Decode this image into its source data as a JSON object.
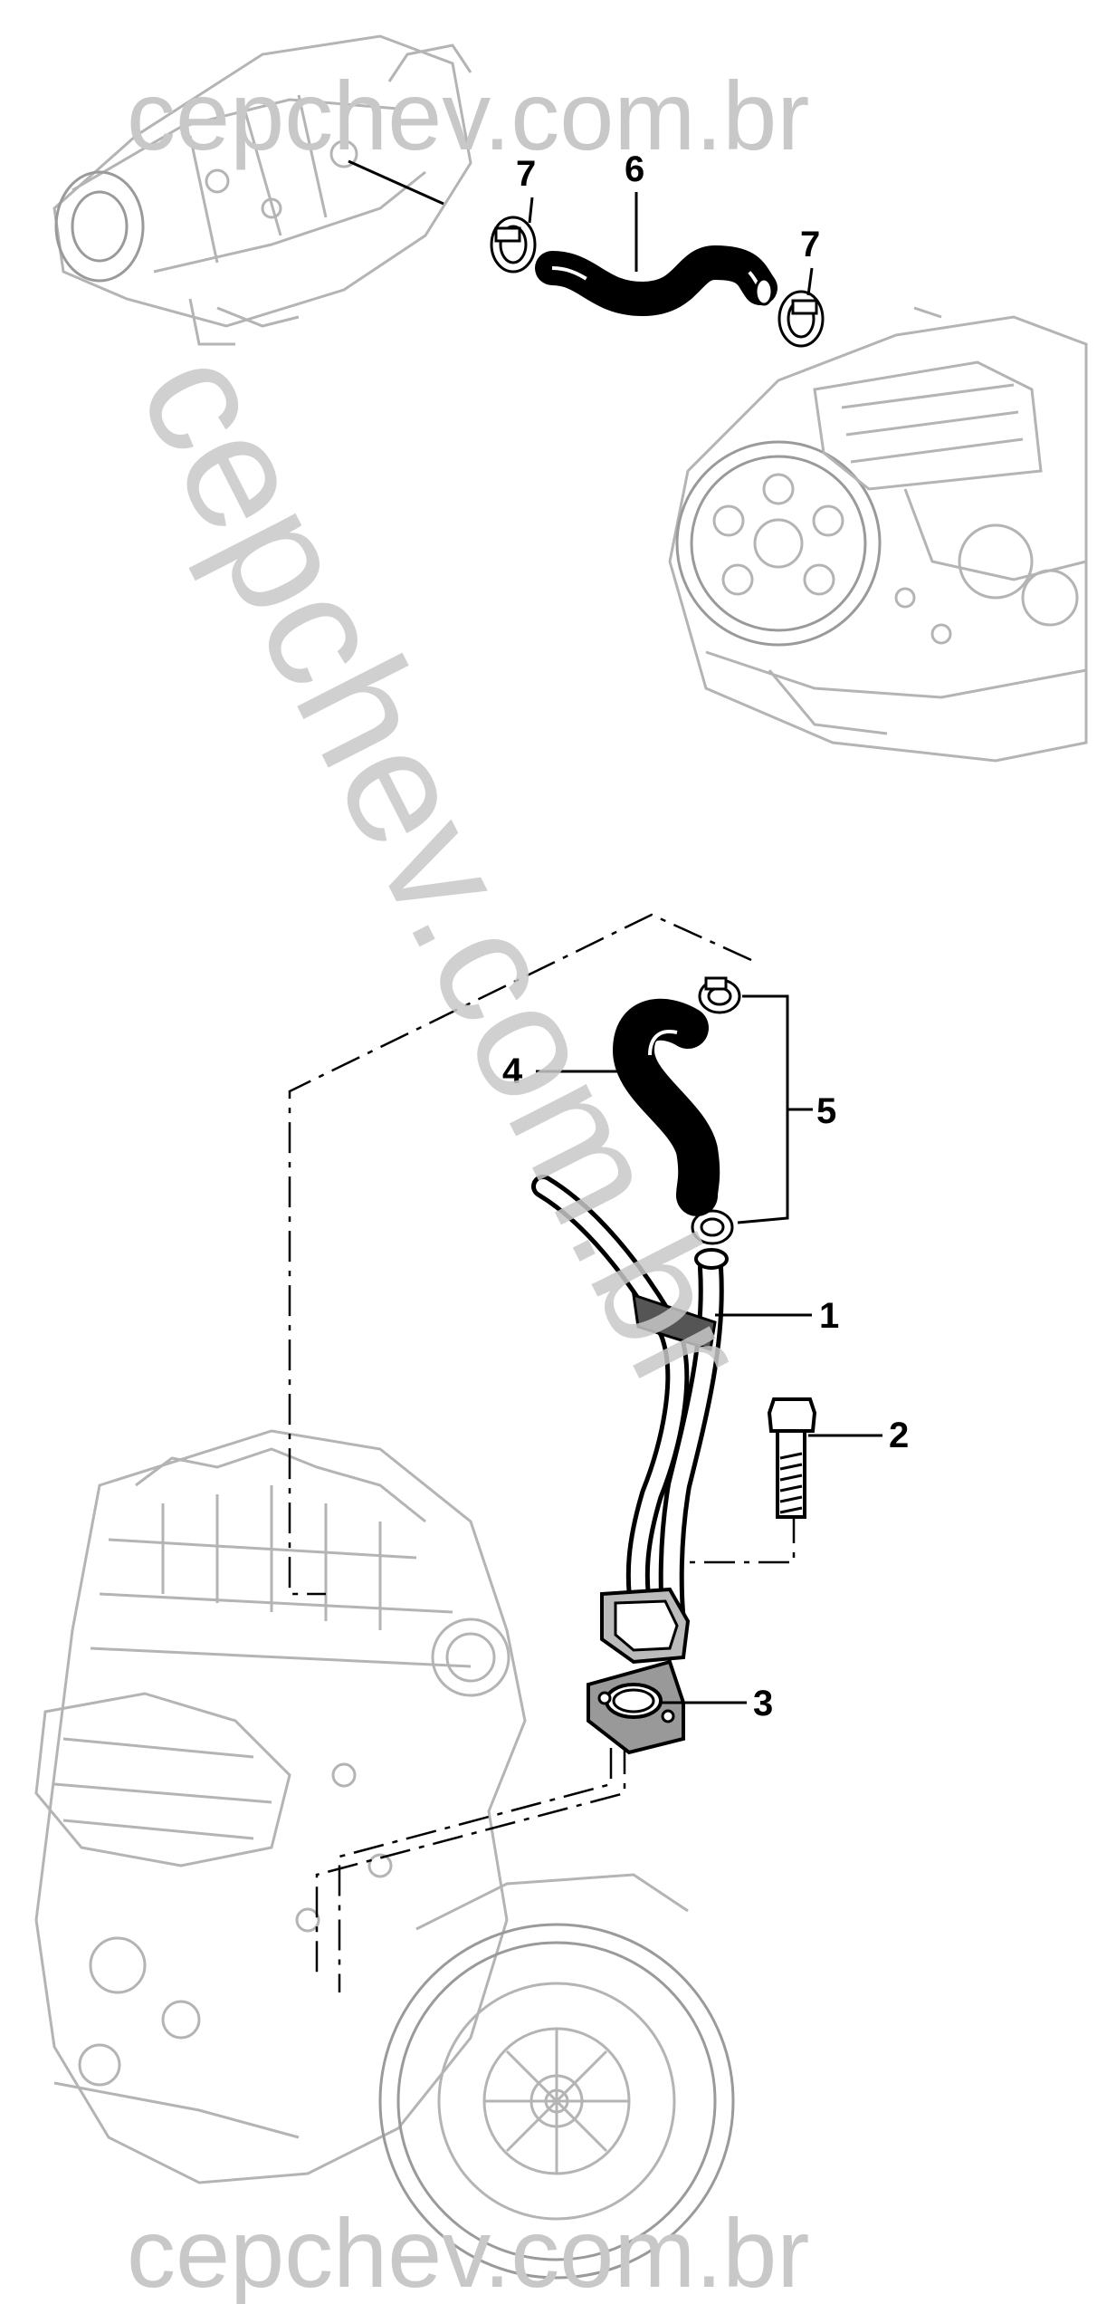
{
  "watermark": {
    "top": "cepchev.com.br",
    "bottom": "cepchev.com.br",
    "diagonal": "cepchev.com.br"
  },
  "callouts": {
    "part_1": "1",
    "part_2": "2",
    "part_3": "3",
    "part_4": "4",
    "part_5": "5",
    "part_6": "6",
    "part_7_left": "7",
    "part_7_right": "7"
  },
  "colors": {
    "ink": "#000000",
    "sketch": "#b4b4b4",
    "watermark": "#c8c8c8",
    "background": "#ffffff"
  }
}
